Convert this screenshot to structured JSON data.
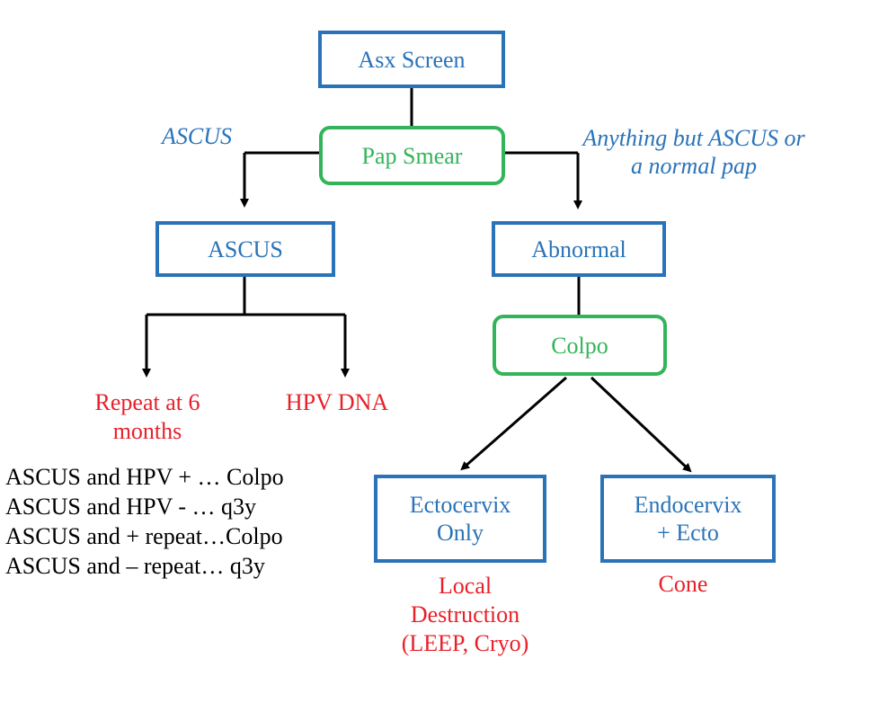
{
  "nodes": {
    "asx_screen": "Asx Screen",
    "pap_smear": "Pap Smear",
    "ascus": "ASCUS",
    "abnormal": "Abnormal",
    "colpo": "Colpo",
    "ectocervix_line1": "Ectocervix",
    "ectocervix_line2": "Only",
    "endocervix_line1": "Endocervix",
    "endocervix_line2": "+ Ecto"
  },
  "edge_labels": {
    "left": "ASCUS",
    "right_line1": "Anything but ASCUS or",
    "right_line2": "a normal pap"
  },
  "outcomes": {
    "repeat_line1": "Repeat at 6",
    "repeat_line2": "months",
    "hpv_dna": "HPV DNA",
    "local_line1": "Local",
    "local_line2": "Destruction",
    "local_line3": "(LEEP, Cryo)",
    "cone": "Cone"
  },
  "notes": [
    "ASCUS and HPV + … Colpo",
    "ASCUS and HPV - … q3y",
    "ASCUS and + repeat…Colpo",
    "ASCUS and – repeat… q3y"
  ],
  "colors": {
    "blue": "#2a73b8",
    "green": "#34b45a",
    "red": "#e8202a",
    "line": "#000000"
  }
}
